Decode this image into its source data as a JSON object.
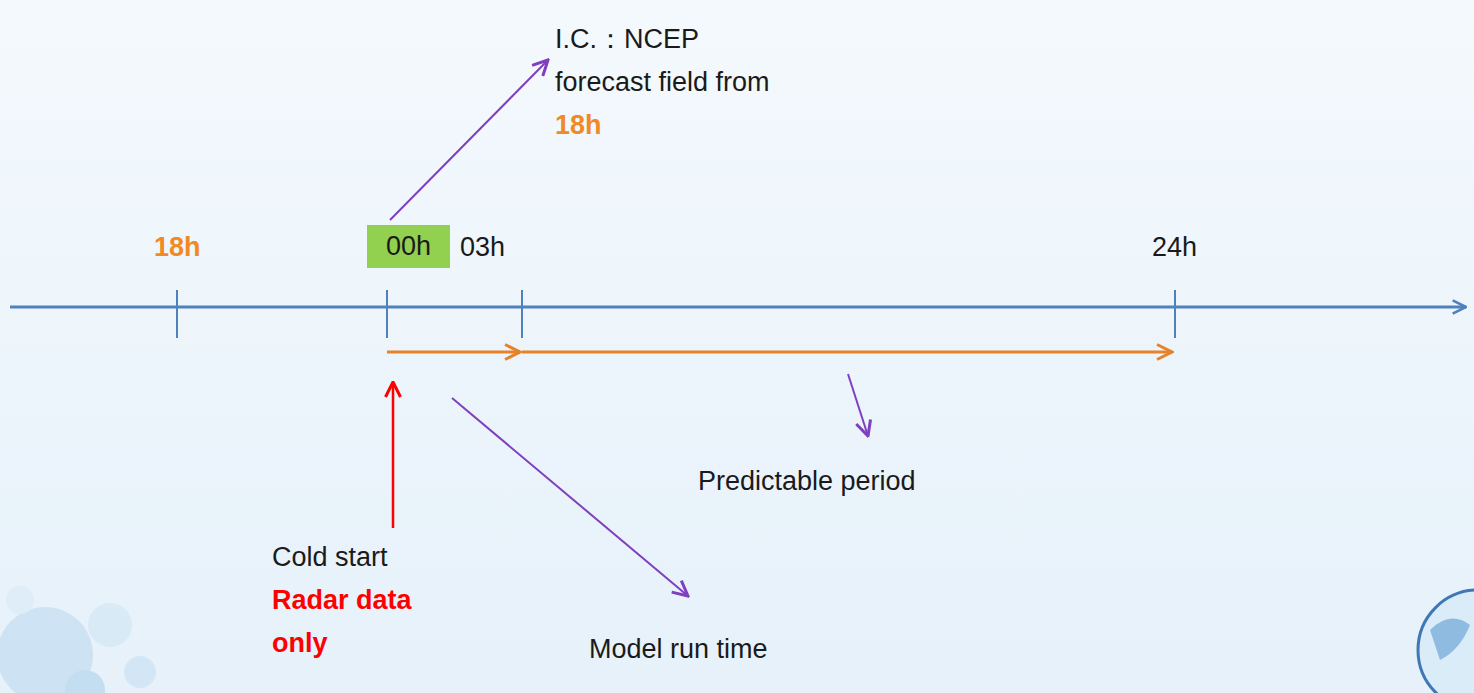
{
  "diagram": {
    "nodes": [
      {
        "text": [
          "00h"
        ]
      }
    ],
    "labels": [
      "I.C.：NCEP forecast field from",
      "18h",
      "18h",
      "03h",
      "24h",
      "Predictable period",
      "Cold start",
      "Radar data only",
      "Model run time"
    ]
  }
}
